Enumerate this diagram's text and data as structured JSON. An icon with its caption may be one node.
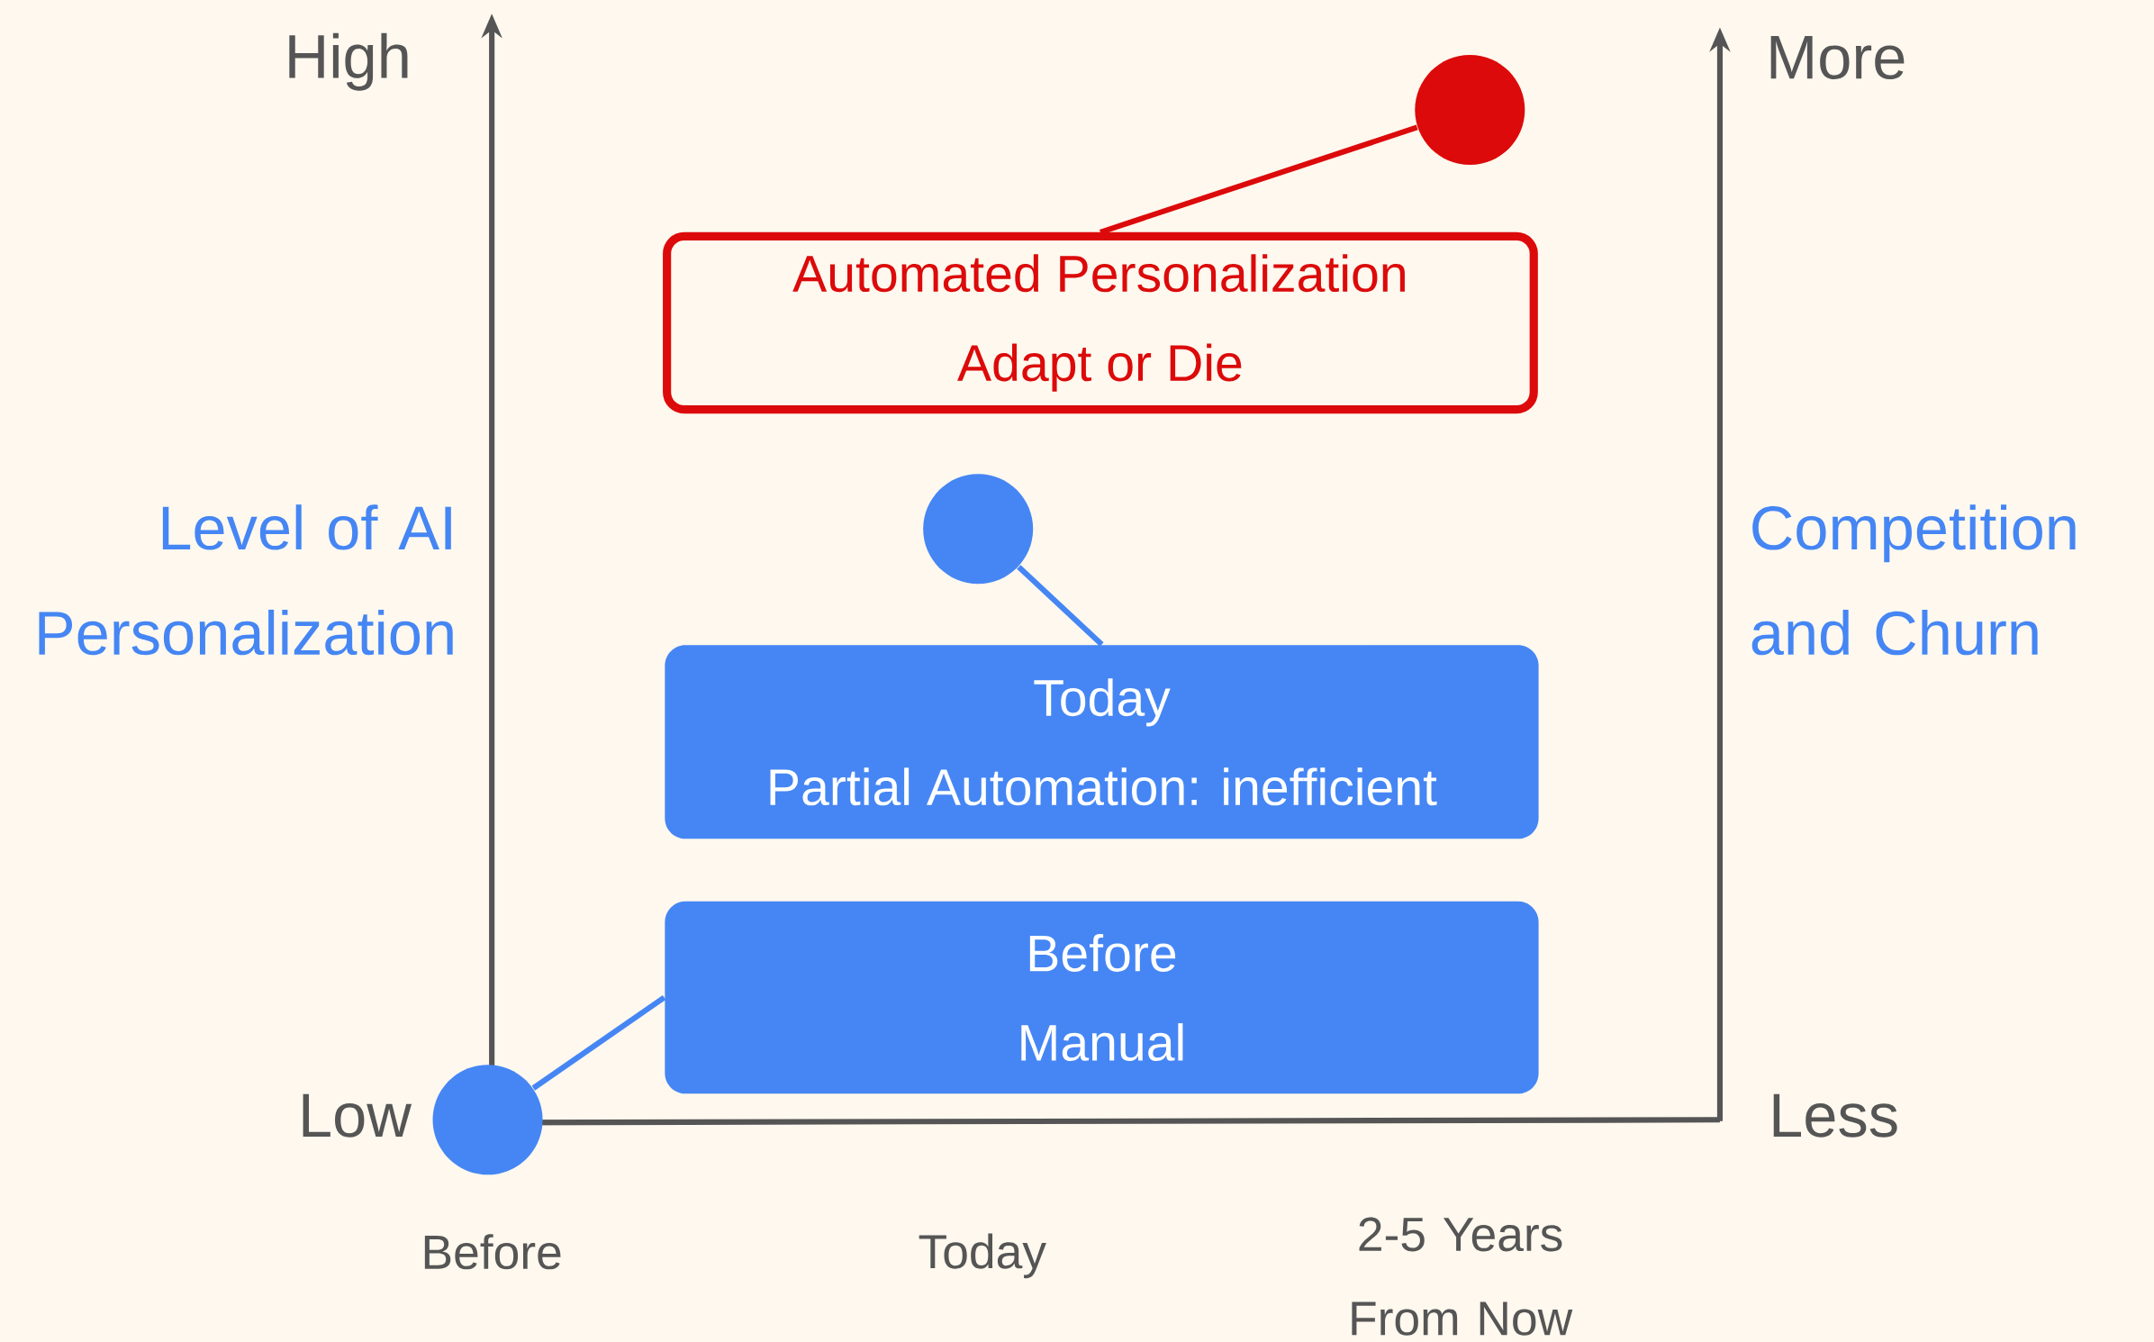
{
  "diagram": {
    "nodes": [
      {
        "text": [
          "Automated Personalization",
          "Adapt or Die"
        ]
      },
      {
        "text": [],
        "shape": "circle"
      },
      {
        "text": [
          "Today",
          "Partial Automation: inefficient"
        ]
      },
      {
        "text": [],
        "shape": "circle"
      },
      {
        "text": [
          "Before",
          "Manual"
        ]
      },
      {
        "text": [],
        "shape": "circle"
      }
    ],
    "edges": [
      {
        "from": 1,
        "to": 0,
        "arrow": "none",
        "color": "#dc0a0a"
      },
      {
        "from": 3,
        "to": 2,
        "arrow": "none"
      },
      {
        "from": 5,
        "to": 4,
        "arrow": "none"
      }
    ],
    "labels": [
      "High",
      "More",
      "Level of AI Personalization",
      "Competition and Churn",
      "Low",
      "Less",
      "Before",
      "Today",
      "2-5 Years From Now"
    ]
  }
}
